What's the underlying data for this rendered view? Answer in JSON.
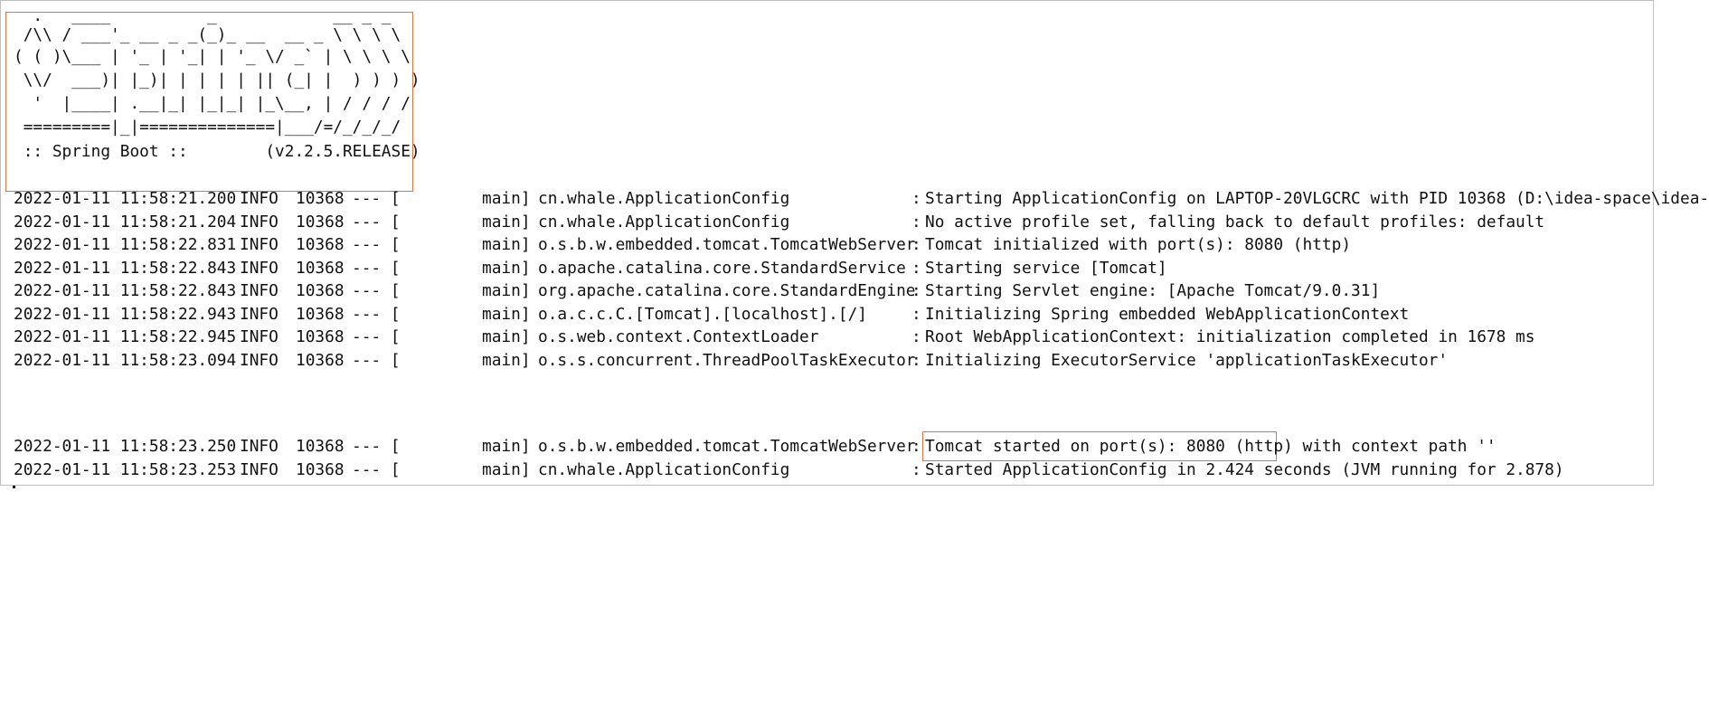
{
  "banner": {
    "lines": [
      "  .   ____          _            __ _ _",
      " /\\\\ / ___'_ __ _ _(_)_ __  __ _ \\ \\ \\ \\",
      "( ( )\\___ | '_ | '_| | '_ \\/ _` | \\ \\ \\ \\",
      " \\\\/  ___)| |_)| | | | | || (_| |  ) ) ) )",
      "  '  |____| .__|_| |_|_| |_\\__, | / / / /",
      " =========|_|==============|___/=/_/_/_/",
      " :: Spring Boot ::        (v2.2.5.RELEASE)"
    ]
  },
  "log": {
    "rows": [
      {
        "ts": "2022-01-11 11:58:21.200",
        "level": "INFO",
        "pid": "10368",
        "sep": "--- [",
        "thread": "main]",
        "logger": "cn.whale.ApplicationConfig",
        "colon": ":",
        "msg": "Starting ApplicationConfig on LAPTOP-20VLGCRC with PID 10368 (D:\\idea-space\\idea-"
      },
      {
        "ts": "2022-01-11 11:58:21.204",
        "level": "INFO",
        "pid": "10368",
        "sep": "--- [",
        "thread": "main]",
        "logger": "cn.whale.ApplicationConfig",
        "colon": ":",
        "msg": "No active profile set, falling back to default profiles: default"
      },
      {
        "ts": "2022-01-11 11:58:22.831",
        "level": "INFO",
        "pid": "10368",
        "sep": "--- [",
        "thread": "main]",
        "logger": "o.s.b.w.embedded.tomcat.TomcatWebServer",
        "colon": ":",
        "msg": "Tomcat initialized with port(s): 8080 (http)"
      },
      {
        "ts": "2022-01-11 11:58:22.843",
        "level": "INFO",
        "pid": "10368",
        "sep": "--- [",
        "thread": "main]",
        "logger": "o.apache.catalina.core.StandardService",
        "colon": ":",
        "msg": "Starting service [Tomcat]"
      },
      {
        "ts": "2022-01-11 11:58:22.843",
        "level": "INFO",
        "pid": "10368",
        "sep": "--- [",
        "thread": "main]",
        "logger": "org.apache.catalina.core.StandardEngine",
        "colon": ":",
        "msg": "Starting Servlet engine: [Apache Tomcat/9.0.31]"
      },
      {
        "ts": "2022-01-11 11:58:22.943",
        "level": "INFO",
        "pid": "10368",
        "sep": "--- [",
        "thread": "main]",
        "logger": "o.a.c.c.C.[Tomcat].[localhost].[/]",
        "colon": ":",
        "msg": "Initializing Spring embedded WebApplicationContext"
      },
      {
        "ts": "2022-01-11 11:58:22.945",
        "level": "INFO",
        "pid": "10368",
        "sep": "--- [",
        "thread": "main]",
        "logger": "o.s.web.context.ContextLoader",
        "colon": ":",
        "msg": "Root WebApplicationContext: initialization completed in 1678 ms"
      },
      {
        "ts": "2022-01-11 11:58:23.094",
        "level": "INFO",
        "pid": "10368",
        "sep": "--- [",
        "thread": "main]",
        "logger": "o.s.s.concurrent.ThreadPoolTaskExecutor",
        "colon": ":",
        "msg": "Initializing ExecutorService 'applicationTaskExecutor'"
      },
      {
        "ts": "2022-01-11 11:58:23.250",
        "level": "INFO",
        "pid": "10368",
        "sep": "--- [",
        "thread": "main]",
        "logger": "o.s.b.w.embedded.tomcat.TomcatWebServer",
        "colon": ":",
        "msg": "Tomcat started on port(s): 8080 (http) with context path ''"
      },
      {
        "ts": "2022-01-11 11:58:23.253",
        "level": "INFO",
        "pid": "10368",
        "sep": "--- [",
        "thread": "main]",
        "logger": "cn.whale.ApplicationConfig",
        "colon": ":",
        "msg": "Started ApplicationConfig in 2.424 seconds (JVM running for 2.878)"
      }
    ]
  },
  "colors": {
    "highlight": "#e8703a",
    "text": "#111111",
    "border": "#bfbfbf"
  }
}
